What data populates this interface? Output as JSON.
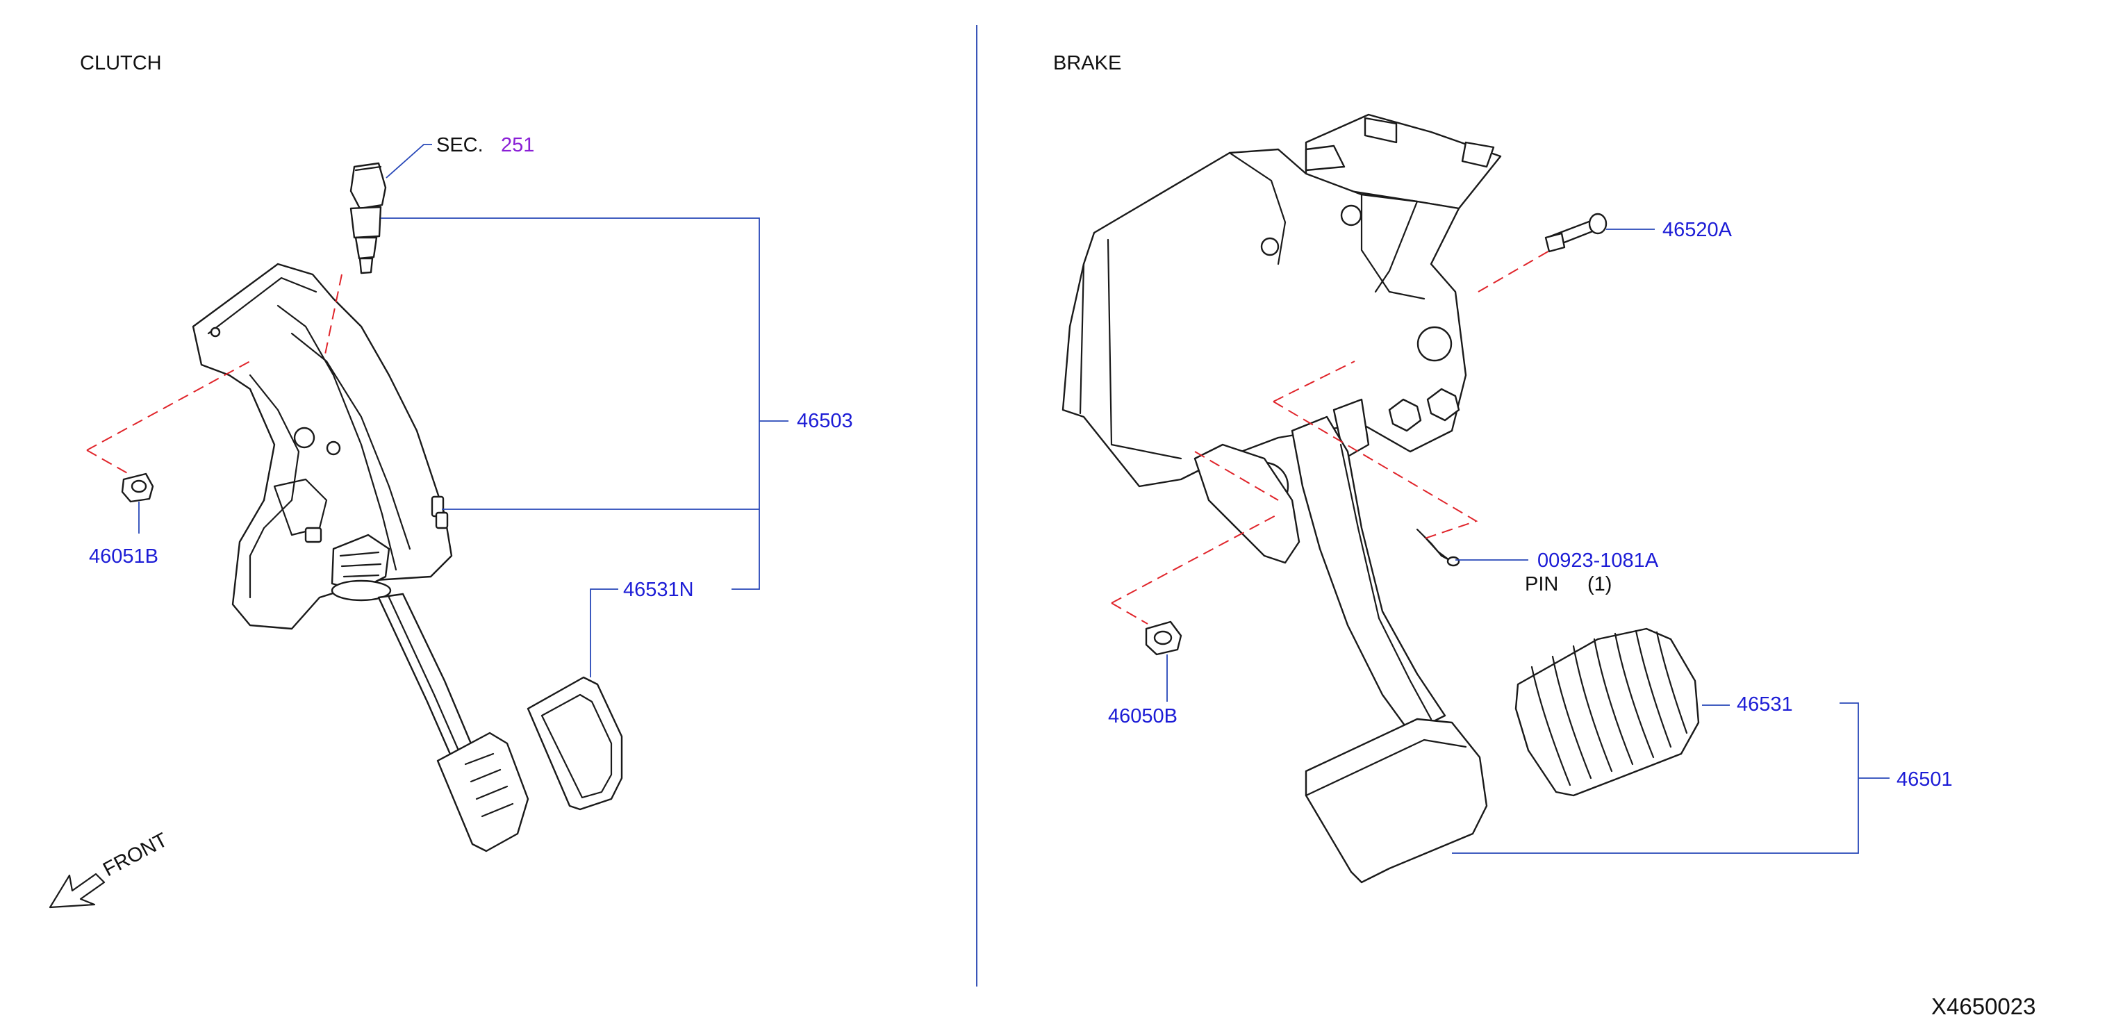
{
  "sections": {
    "clutch_title": "CLUTCH",
    "brake_title": "BRAKE"
  },
  "clutch": {
    "sec_prefix": "SEC.",
    "sec_number": "251",
    "callouts": {
      "pedal_assembly": "46503",
      "bushing": "46051B",
      "pad": "46531N"
    },
    "front_label": "FRONT"
  },
  "brake": {
    "callouts": {
      "bolt": "46520A",
      "pin": "00923-1081A",
      "pin_name": "PIN",
      "pin_qty": "(1)",
      "bushing": "46050B",
      "pad": "46531",
      "pedal_assembly": "46501"
    }
  },
  "diagram_id": "X4650023",
  "colors": {
    "callout": "#1c1cd6",
    "section_ref": "#8a1fd6",
    "leader": "#2747b8",
    "assembly_dash": "#e0242a",
    "divider": "#3a55b8"
  }
}
